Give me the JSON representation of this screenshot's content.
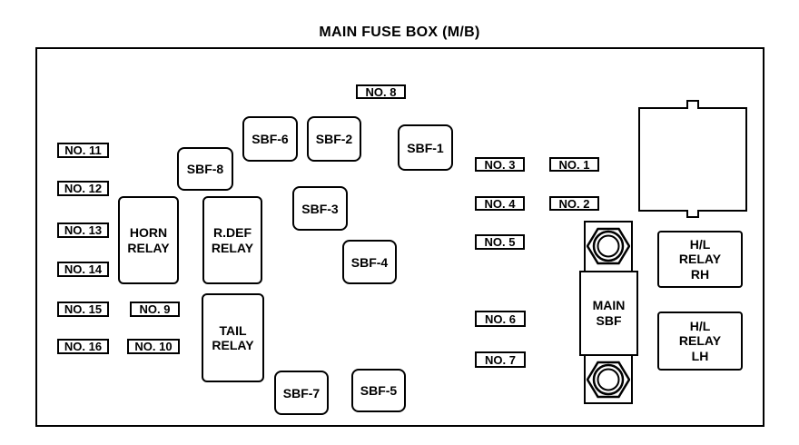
{
  "diagram": {
    "title": "MAIN FUSE BOX (M/B)"
  },
  "fuse_labels": {
    "no1": "NO. 1",
    "no2": "NO. 2",
    "no3": "NO. 3",
    "no4": "NO. 4",
    "no5": "NO. 5",
    "no6": "NO. 6",
    "no7": "NO. 7",
    "no8": "NO. 8",
    "no9": "NO. 9",
    "no10": "NO. 10",
    "no11": "NO. 11",
    "no12": "NO. 12",
    "no13": "NO. 13",
    "no14": "NO. 14",
    "no15": "NO. 15",
    "no16": "NO. 16"
  },
  "sbf_fuses": {
    "sbf1": "SBF-1",
    "sbf2": "SBF-2",
    "sbf3": "SBF-3",
    "sbf4": "SBF-4",
    "sbf5": "SBF-5",
    "sbf6": "SBF-6",
    "sbf7": "SBF-7",
    "sbf8": "SBF-8"
  },
  "relays": {
    "horn": {
      "line1": "HORN",
      "line2": "RELAY"
    },
    "rdef": {
      "line1": "R.DEF",
      "line2": "RELAY"
    },
    "tail": {
      "line1": "TAIL",
      "line2": "RELAY"
    },
    "hl_rh": {
      "line1": "H/L",
      "line2": "RELAY",
      "line3": "RH"
    },
    "hl_lh": {
      "line1": "H/L",
      "line2": "RELAY",
      "line3": "LH"
    }
  },
  "main_sbf": {
    "line1": "MAIN",
    "line2": "SBF"
  },
  "colors": {
    "line": "#000000",
    "background": "#ffffff"
  }
}
